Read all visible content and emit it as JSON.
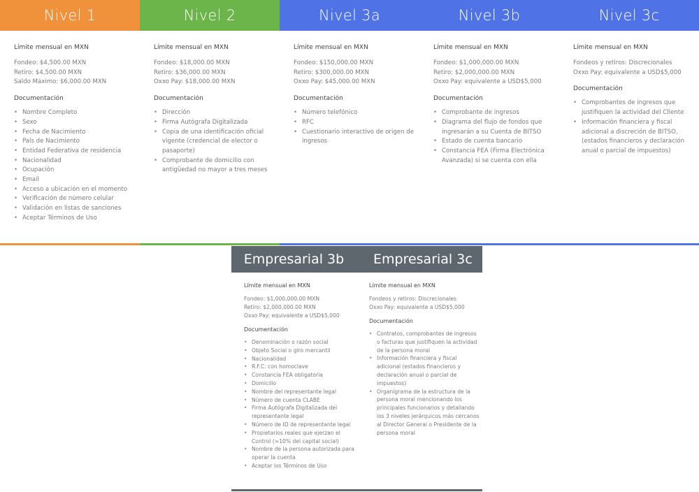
{
  "headers": {
    "n1": "Nivel 1",
    "n2": "Nivel 2",
    "n3a": "Nivel 3a",
    "n3b": "Nivel 3b",
    "n3c": "Nivel 3c"
  },
  "colors": {
    "nivel1": "#f0923c",
    "nivel2": "#6bb54a",
    "nivel3": "#4f73e6",
    "empresarial": "#5e666e"
  },
  "common": {
    "limit_title": "Límite mensual en MXN",
    "doc_title": "Documentación"
  },
  "levels": {
    "n1": {
      "limits": [
        "Fondeo: $4,500.00 MXN",
        "Retiro: $4,500.00 MXN",
        "Saldo Máximo: $6,000.00 MXN"
      ],
      "docs": [
        "Nombre Completo",
        "Sexo",
        "Fecha de Nacimiento",
        "País de Nacimiento",
        "Entidad Federativa de residencia",
        "Nacionalidad",
        "Ocupación",
        "Email",
        "Acceso a ubicación en el momento",
        "Verificación de número celular",
        "Validación en listas de sanciones",
        "Aceptar Términos de Uso"
      ]
    },
    "n2": {
      "limits": [
        "Fondeo: $18,000.00 MXN",
        "Retiro: $36,000.00 MXN",
        "Oxxo Pay: $18,000.00 MXN"
      ],
      "docs": [
        "Dirección",
        "Firma Autógrafa Digitalizada",
        "Copia de una identificación oficial vigente (credencial de elector o pasaporte)",
        "Comprobante de domicilio con antigüedad no mayor a tres meses"
      ]
    },
    "n3a": {
      "limits": [
        "Fondeo: $150,000.00 MXN",
        "Retiro: $300,000.00 MXN",
        "Oxxo Pay: $45,000.00 MXN"
      ],
      "docs": [
        "Número telefónico",
        "RFC",
        "Cuestionario interactivo de origen de ingresos"
      ]
    },
    "n3b": {
      "limits": [
        "Fondeo: $1,000,000.00 MXN",
        "Retiro: $2,000,000.00 MXN",
        "Oxxo Pay: equivalente a USD$5,000"
      ],
      "docs": [
        "Comprobante de ingresos",
        "Diagrama del flujo de fondos que ingresarán a su Cuenta de BITSO",
        "Estado de cuenta bancario",
        "Constancia FEA (Firma Electrónica Avanzada) si se cuenta con ella"
      ]
    },
    "n3c": {
      "limits": [
        "Fondeos y retiros: Discrecionales",
        "Oxxo Pay: equivalente a USD$5,000"
      ],
      "docs": [
        "Comprobantes de ingresos que justifiquen la actividad del Cliente",
        "Información financiera y fiscal adicional a discreción de BITSO, (estados financieros y declaración anual o parcial de impuestos)"
      ]
    }
  },
  "empresarial": {
    "e3b": {
      "header": "Empresarial 3b",
      "limits": [
        "Fondeo: $1,000,000.00 MXN",
        "Retiro: $2,000,000.00 MXN",
        "Oxxo Pay: equivalente a USD$5,000"
      ],
      "docs": [
        "Denominación o razón social",
        "Objeto Social o giro mercantil",
        "Nacionalidad",
        "R.F.C. con homoclave",
        "Constancia FEA obligatoria",
        "Domicilio",
        "Nombre del representante legal",
        "Número de cuenta CLABE",
        "Firma Autógrafa Digitalizada del representante legal",
        "Número de ID de representante legal",
        "Propietarios reales que ejerzan el Control (≈10% del capital social)",
        "Nombre de la persona autorizada para operar la cuenta",
        "Aceptar los Términos de Uso"
      ]
    },
    "e3c": {
      "header": "Empresarial 3c",
      "limits": [
        "Fondeos y retiros: Discrecionales",
        "Oxxo Pay: equivalente a USD$5,000"
      ],
      "docs": [
        "Contratos, comprobantes de ingresos o facturas que justifiquen la actividad de la persona moral",
        "Información financiera y fiscal adicional (estados financieros y declaración anual o parcial de impuestos)",
        "Organigrama de la estructura de la persona moral mencionando los principales funcionarios y detallando los 3 niveles jerárquicos más cercanos al Director General o Presidente de la persona moral"
      ]
    }
  }
}
